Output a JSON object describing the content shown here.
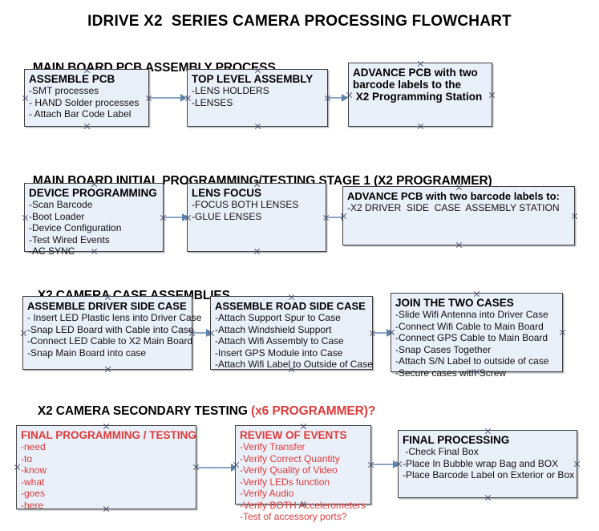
{
  "document": {
    "title": "IDRIVE X2  SERIES CAMERA PROCESSING FLOWCHART"
  },
  "colors": {
    "node_fill": "#eaf0f9",
    "node_border": "#3f3f3f",
    "connector": "#8ba6c4",
    "arrowhead": "#5b83ad",
    "accent_red": "#e03a3a",
    "text": "#000000",
    "background": "#ffffff"
  },
  "sections": [
    {
      "id": "main-board-pcb-assembly-process",
      "heading": "MAIN BOARD PCB ASSEMBLY PROCESS",
      "heading_accent": "",
      "nodes": [
        {
          "id": "assemble-pcb",
          "title": "ASSEMBLE PCB",
          "lines": [
            "-SMT processes",
            "- HAND Solder processes",
            "- Attach Bar Code Label"
          ],
          "red": false
        },
        {
          "id": "top-level-assembly",
          "title": "TOP LEVEL ASSEMBLY",
          "lines": [
            "-LENS HOLDERS",
            "-LENSES"
          ],
          "red": false
        },
        {
          "id": "advance-pcb-to-x2-programming-station",
          "title": "ADVANCE PCB with two\nbarcode labels to the\n X2 Programming Station",
          "lines": [],
          "red": false
        }
      ]
    },
    {
      "id": "main-board-initial-programming-testing-stage-1",
      "heading": "MAIN BOARD INITIAL PROGRAMMING/TESTING STAGE 1 (X2 PROGRAMMER)",
      "heading_accent": "",
      "nodes": [
        {
          "id": "device-programming",
          "title": "DEVICE PROGRAMMING",
          "lines": [
            "-Scan Barcode",
            "-Boot Loader",
            "-Device Configuration",
            "-Test Wired Events",
            "-AC SYNC"
          ],
          "red": false
        },
        {
          "id": "lens-focus",
          "title": "LENS FOCUS",
          "lines": [
            "-FOCUS BOTH LENSES",
            "-GLUE LENSES"
          ],
          "red": false
        },
        {
          "id": "advance-pcb-to-driver-side-case-assembly-station",
          "title": "ADVANCE PCB with two barcode labels to:",
          "lines": [
            "-X2 DRIVER  SIDE  CASE  ASSEMBLY STATION"
          ],
          "red": false
        }
      ]
    },
    {
      "id": "x2-camera-case-assemblies",
      "heading": "X2 CAMERA CASE ASSEMBLIES",
      "heading_accent": "",
      "nodes": [
        {
          "id": "assemble-driver-side-case",
          "title": "ASSEMBLE DRIVER SIDE CASE",
          "lines": [
            "- Insert LED Plastic lens into Driver Case",
            "-Snap LED Board with Cable into Case",
            "-Connect LED Cable to X2 Main Board",
            "-Snap Main Board into case"
          ],
          "red": false
        },
        {
          "id": "assemble-road-side-case",
          "title": "ASSEMBLE ROAD SIDE CASE",
          "lines": [
            "-Attach Support Spur to Case",
            "-Attach Windshield Support",
            "-Attach Wifi Assembly to Case",
            "-Insert GPS Module into Case",
            "-Attach Wifi Label to Outside of Case"
          ],
          "red": false
        },
        {
          "id": "join-the-two-cases",
          "title": "JOIN THE TWO CASES",
          "lines": [
            "-Slide Wifi Antenna into Driver Case",
            "-Connect Wifi Cable to Main Board",
            "-Connect GPS Cable to Main Board",
            "-Snap Cases Together",
            "-Attach S/N Label to outside of case",
            "-Secure cases with Screw"
          ],
          "red": false
        }
      ]
    },
    {
      "id": "x2-camera-secondary-testing",
      "heading": "X2 CAMERA SECONDARY TESTING ",
      "heading_accent": "(x6 PROGRAMMER)?",
      "nodes": [
        {
          "id": "final-programming-testing",
          "title": "FINAL PROGRAMMING / TESTING",
          "lines": [
            "-need",
            "-to",
            "-know",
            "-what",
            "-goes",
            "-here"
          ],
          "red": true
        },
        {
          "id": "review-of-events",
          "title": "REVIEW OF EVENTS",
          "lines": [
            "-Verify Transfer",
            "-Verify Correct Quantity",
            "-Verify Quality of Video",
            "-Verify LEDs function",
            "-Verify Audio",
            "-Verify BOTH Accelerometers",
            "-Test of accessory ports?"
          ],
          "red": true
        },
        {
          "id": "final-processing",
          "title": "FINAL PROCESSING",
          "lines": [
            " -Check Final Box",
            "-Place In Bubble wrap Bag and BOX",
            "-Place Barcode Label on Exterior or Box"
          ],
          "red": false
        }
      ]
    }
  ]
}
